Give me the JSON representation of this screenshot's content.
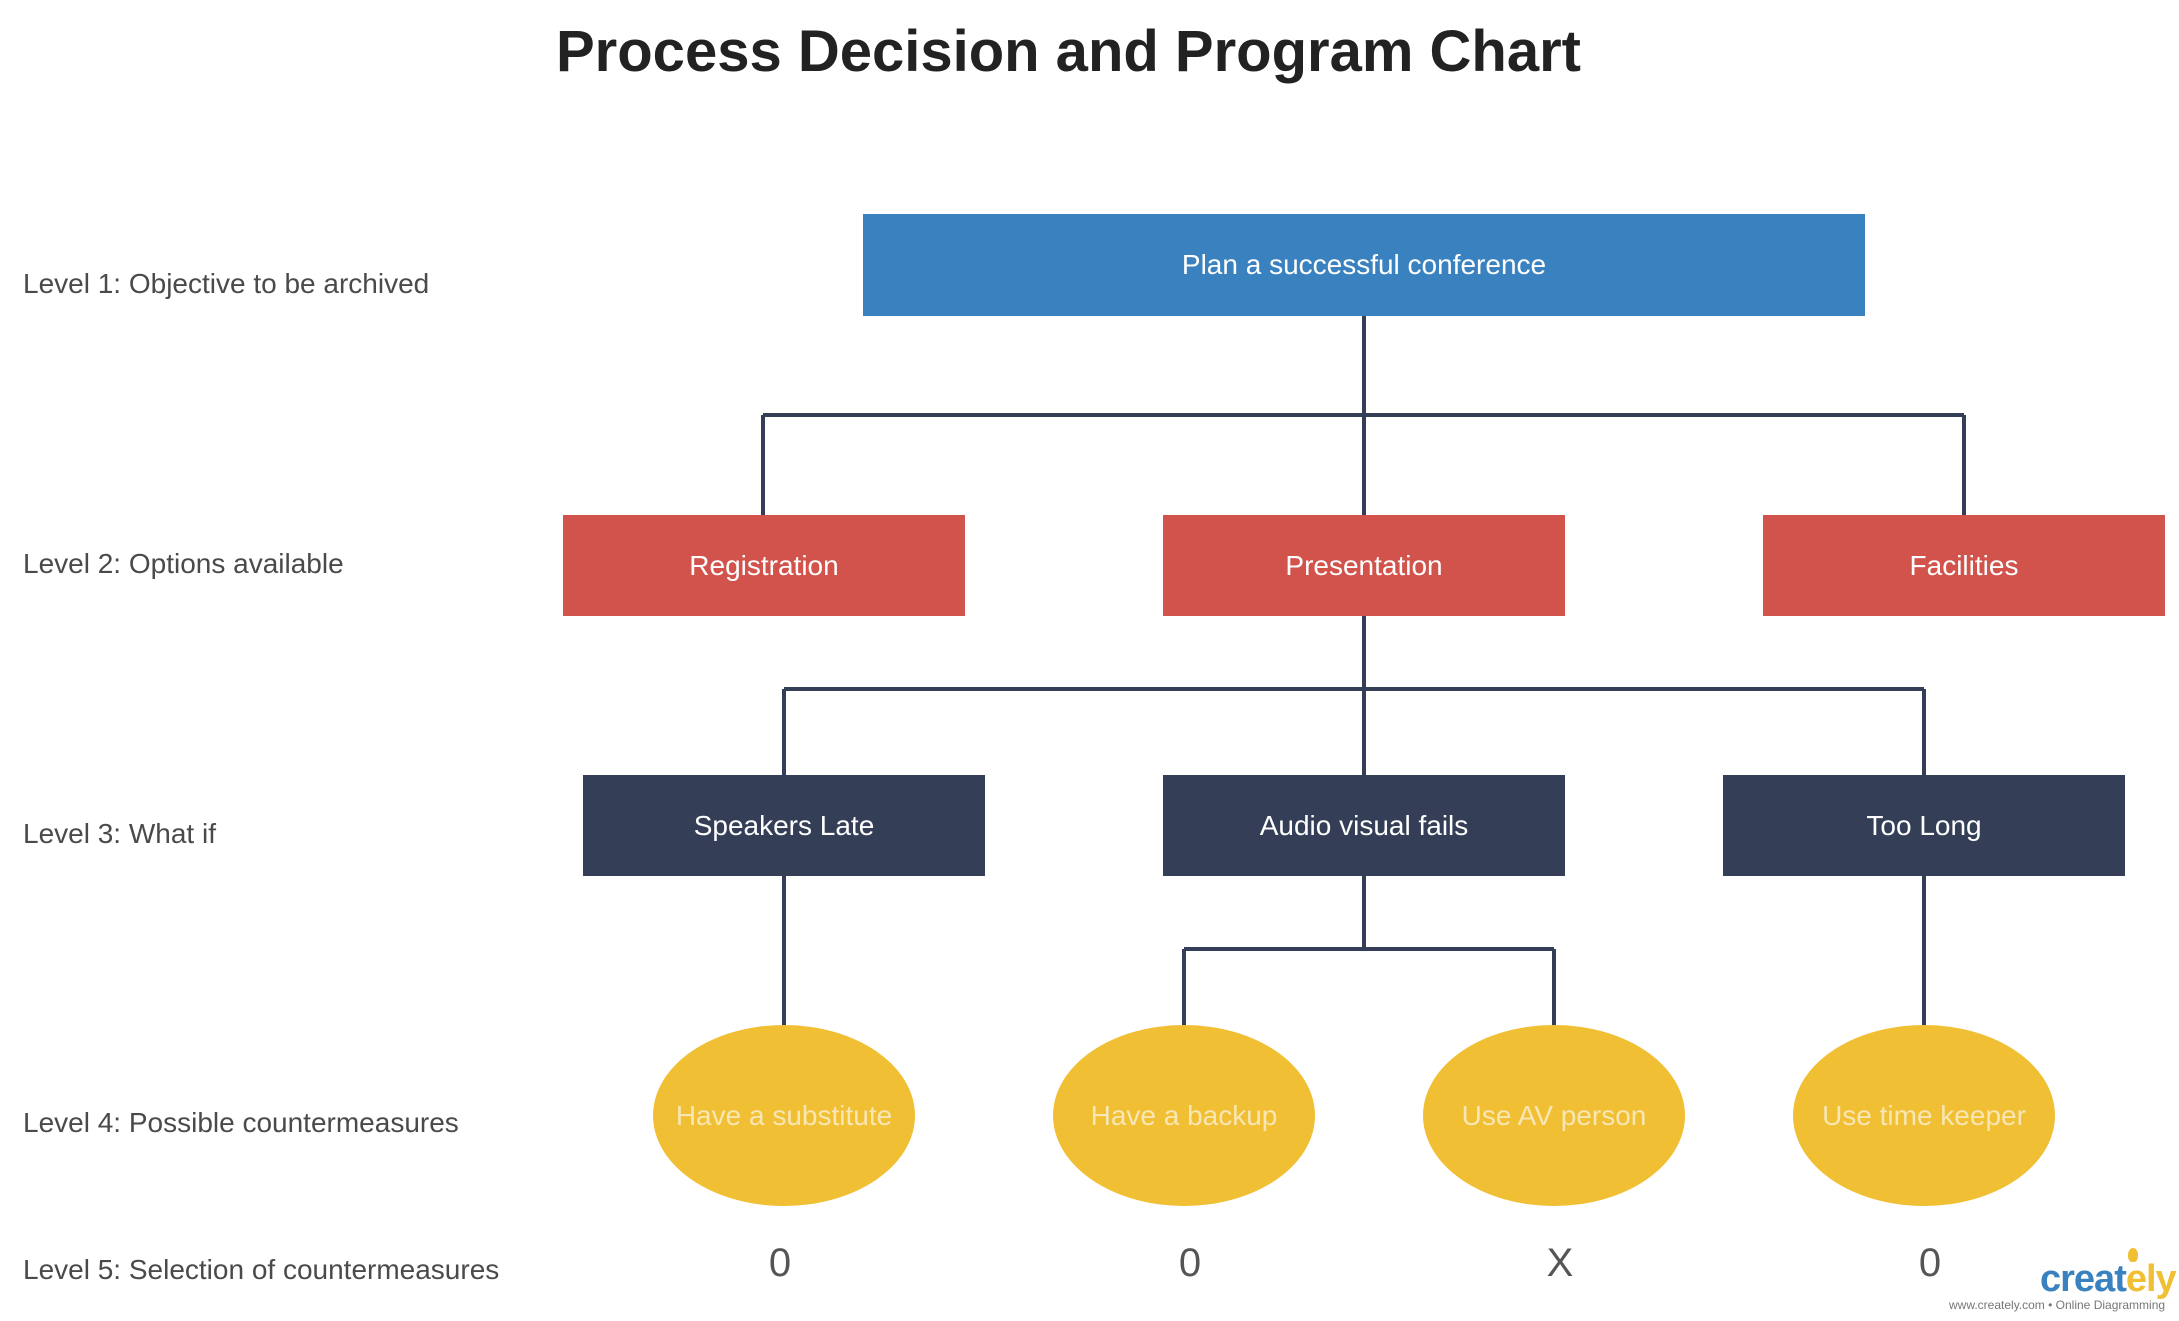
{
  "title": "Process Decision and Program Chart",
  "levels": [
    "Level 1: Objective to be archived",
    "Level 2: Options available",
    "Level 3: What if",
    "Level 4: Possible countermeasures",
    "Level 5: Selection of countermeasures"
  ],
  "objective": "Plan a successful conference",
  "options": [
    "Registration",
    "Presentation",
    "Facilities"
  ],
  "what_if": [
    "Speakers Late",
    "Audio visual fails",
    "Too Long"
  ],
  "countermeasures": [
    "Have a substitute",
    "Have a backup",
    "Use AV person",
    "Use time keeper"
  ],
  "selections": [
    "0",
    "0",
    "X",
    "0"
  ],
  "colors": {
    "objective": "#3a82bf",
    "option": "#d2524c",
    "what_if": "#343f57",
    "countermeasure": "#f0bf33",
    "connector": "#343f57"
  },
  "branding": {
    "logo_main": "creat",
    "logo_accent": "ely",
    "footer": "www.creately.com • Online Diagramming"
  }
}
